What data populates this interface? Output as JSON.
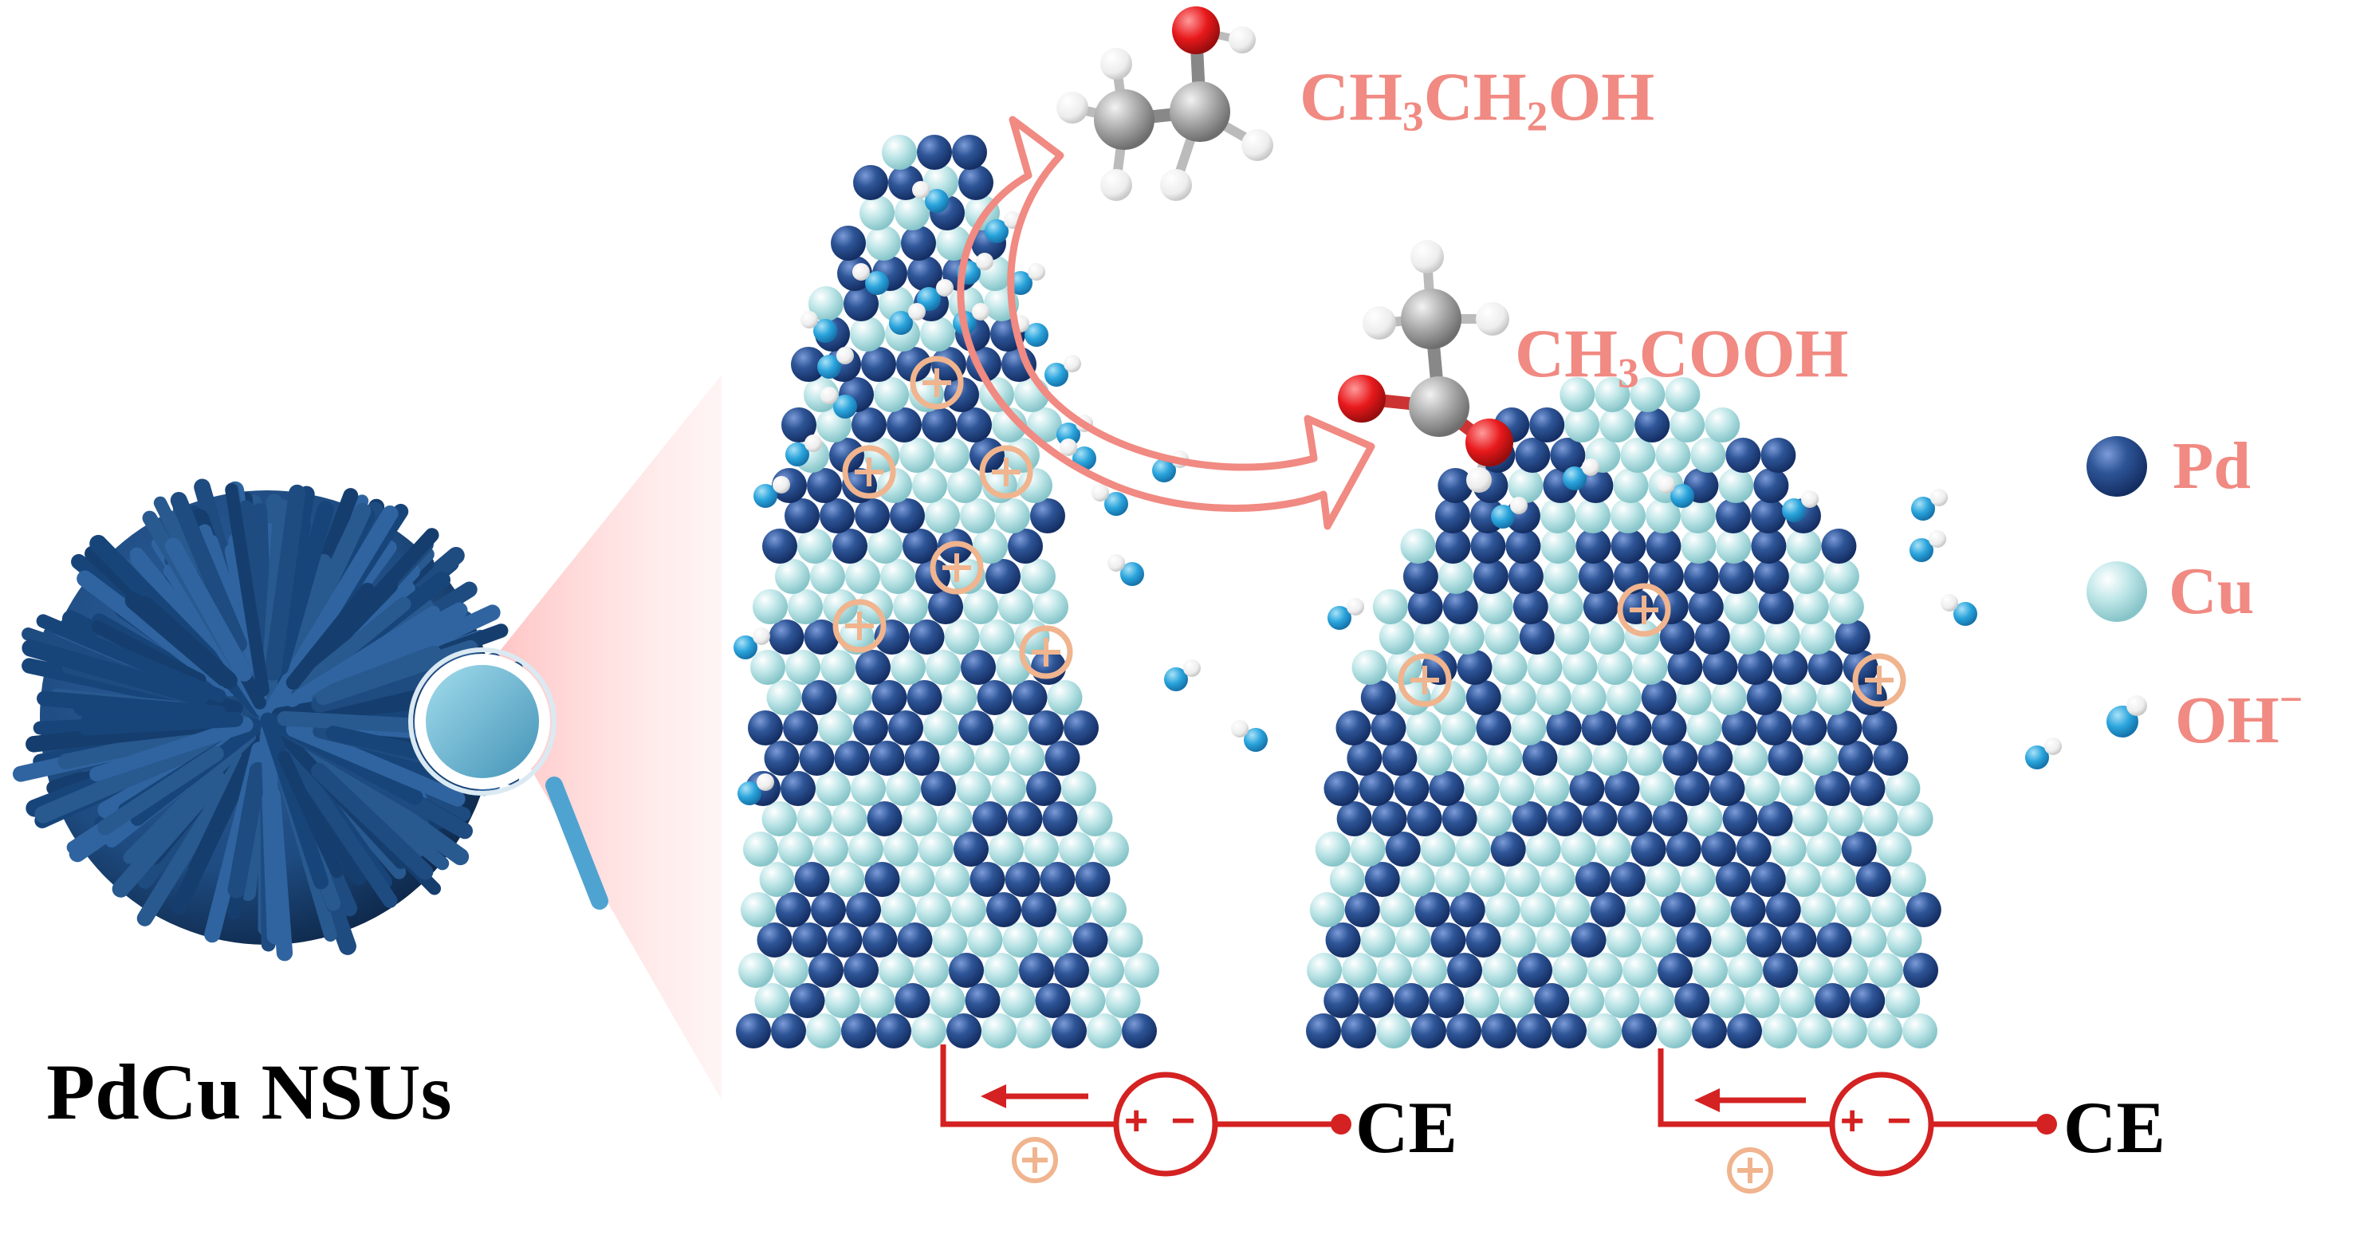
{
  "labels": {
    "ethanol": {
      "a": "CH",
      "s1": "3",
      "b": "CH",
      "s2": "2",
      "c": "OH"
    },
    "acetic_acid": {
      "a": "CH",
      "s1": "3",
      "b": "COOH"
    },
    "legend": {
      "pd": "Pd",
      "cu": "Cu",
      "oh": "OH",
      "oh_sup": "−"
    },
    "ce_left": "CE",
    "ce_right": "CE",
    "title": "PdCu NSUs",
    "source_left": {
      "plus": "+",
      "minus": "−"
    },
    "source_right": {
      "plus": "+",
      "minus": "−"
    }
  },
  "colors": {
    "pd": "#2e5597",
    "cu": "#a9dcde",
    "oh_o": "#3aa9dd",
    "oh_h": "#f4f4f4",
    "accent": "#f08a82",
    "circuit": "#d42121",
    "hole": "#f0b48e",
    "sphere": "#1e4b80",
    "oxygen": "#e8191c",
    "carbon": "#a8a8a8",
    "hydrogen": "#f2f2f2"
  }
}
